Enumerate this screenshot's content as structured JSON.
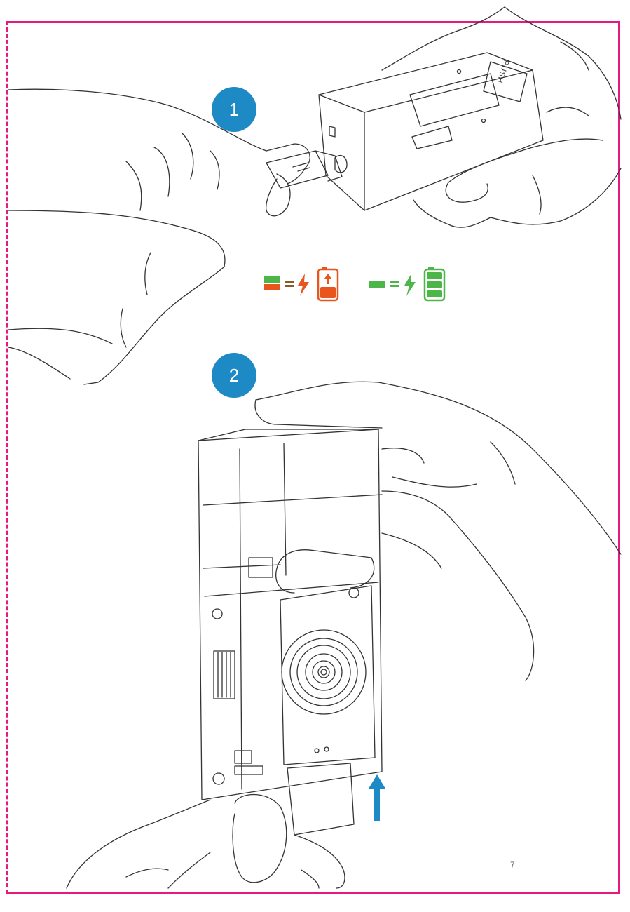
{
  "page": {
    "page_number": "7",
    "frame_color": "#e6197e"
  },
  "steps": [
    {
      "number": "1",
      "color": "#1e8ac5"
    },
    {
      "number": "2",
      "color": "#1e8ac5"
    }
  ],
  "charge_legend": {
    "charging": {
      "indicator": "green-over-orange-led",
      "symbol": "=",
      "icons": [
        "lightning-icon",
        "battery-charging-icon"
      ],
      "color_top": "#4cb748",
      "color_bottom": "#e8561e"
    },
    "charged": {
      "indicator": "green-led",
      "symbol": "=",
      "icons": [
        "lightning-icon",
        "battery-full-icon"
      ],
      "color": "#4cb748"
    }
  },
  "device_labels": {
    "push_tab": "PUSH"
  },
  "arrow": {
    "direction": "up",
    "color": "#1e8ac5"
  }
}
